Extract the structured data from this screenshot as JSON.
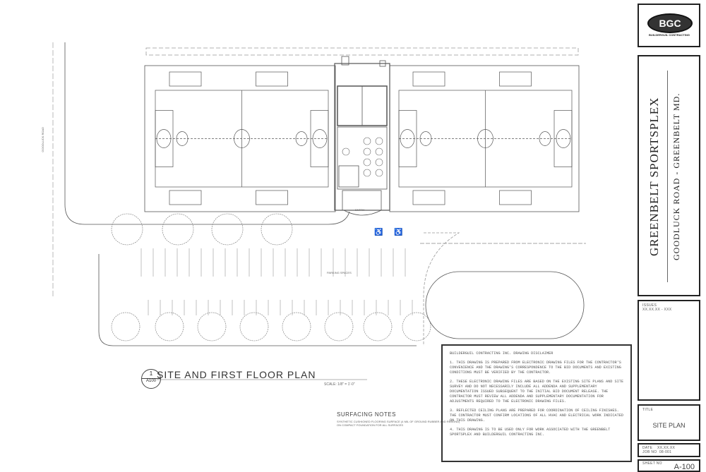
{
  "title_block": {
    "logo_text": "BGC",
    "logo_subtext": "BUILDERGUIL CONTRACTING",
    "project_name": "GREENBELT SPORTSPLEX",
    "project_location": "GOODLUCK ROAD - GREENBELT MD.",
    "issues_label": "ISSUES",
    "issues_value": "XX.XX.XX - XXX",
    "title_label": "TITLE",
    "sheet_title": "SITE PLAN",
    "date_label": "DATE",
    "date_value": "XX.XX.XX",
    "job_label": "JOB NO",
    "job_value": "08-001",
    "sheet_label": "SHEET NO",
    "sheet_number": "A-100"
  },
  "plan": {
    "number": "1",
    "sheet_ref": "A100",
    "title": "SITE AND FIRST FLOOR PLAN",
    "scale": "SCALE: 1/8\" = 1'-0\"",
    "road_label": "GOODLUCK ROAD",
    "parking_label": "PARKING SPACES",
    "entry_label": "ENTRY"
  },
  "surfacing_notes": {
    "heading": "SURFACING NOTES",
    "body": "SYNTHETIC CUSHIONED FLOORING SURFACE (4 MIL OF GROUND RUBBER AND REBOND) ON COMPACT FOUNDATION FOR ALL SURFACES"
  },
  "disclaimer": {
    "heading": "BUILDERGUIL CONTRACTING INC. DRAWING DISCLAIMER",
    "notes": [
      "1. THIS DRAWING IS PREPARED FROM ELECTRONIC DRAWING FILES FOR THE CONTRACTOR'S CONVENIENCE AND THE DRAWING'S CORRESPONDENCE TO THE BID DOCUMENTS AND EXISTING CONDITIONS MUST BE VERIFIED BY THE CONTRACTOR.",
      "2. THESE ELECTRONIC DRAWING FILES ARE BASED ON THE EXISTING SITE PLANS AND SITE SURVEY AND DO NOT NECESSARILY INCLUDE ALL ADDENDA AND SUPPLEMENTARY DOCUMENTATION ISSUED SUBSEQUENT TO THE INITIAL BID DOCUMENT RELEASE. THE CONTRACTOR MUST REVIEW ALL ADDENDA AND SUPPLEMENTARY DOCUMENTATION FOR ADJUSTMENTS REQUIRED TO THE ELECTRONIC DRAWING FILES.",
      "3. REFLECTED CEILING PLANS ARE PREPARED FOR COORDINATION OF CEILING FINISHES. THE CONTRACTOR MUST CONFIRM LOCATIONS OF ALL HVAC AND ELECTRICAL WORK INDICATED ON THIS DRAWING.",
      "4. THIS DRAWING IS TO BE USED ONLY FOR WORK ASSOCIATED WITH THE GREENBELT SPORTSPLEX AND BUILDERGUIL CONTRACTING INC."
    ]
  },
  "colors": {
    "ink": "#333333",
    "light": "#888888"
  }
}
